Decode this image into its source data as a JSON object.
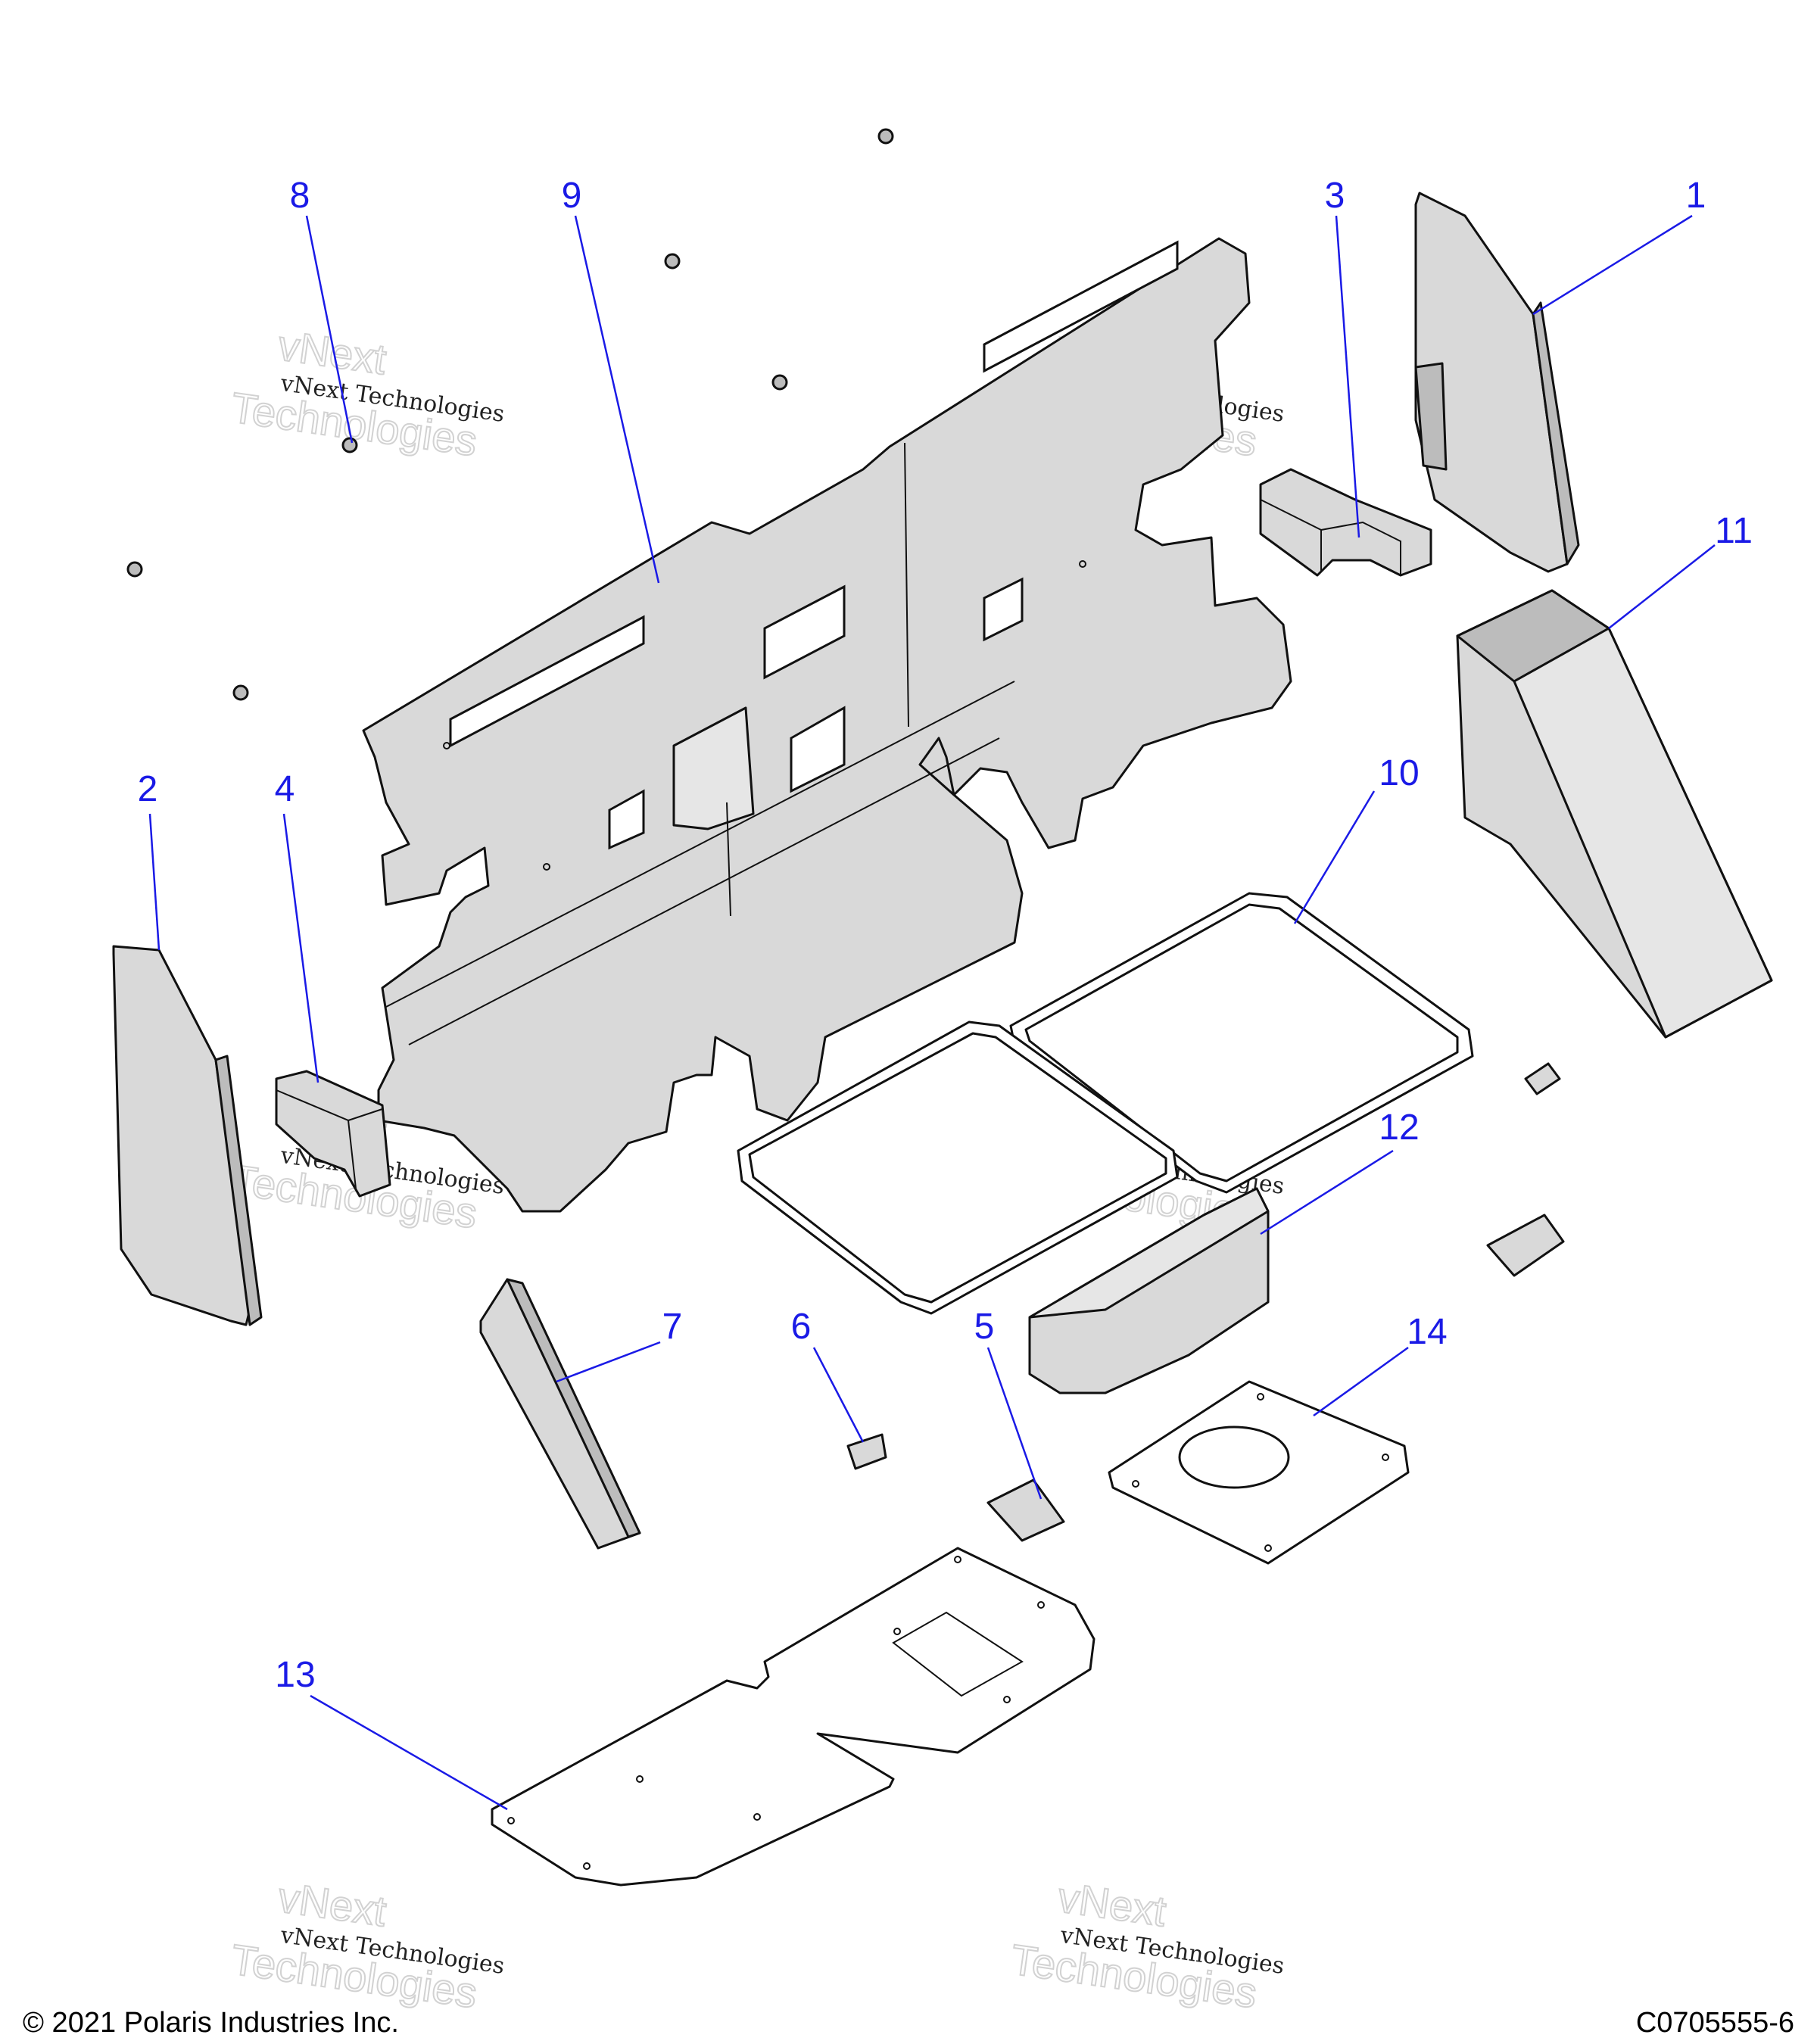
{
  "callouts": [
    {
      "label": "1"
    },
    {
      "label": "2"
    },
    {
      "label": "3"
    },
    {
      "label": "4"
    },
    {
      "label": "5"
    },
    {
      "label": "6"
    },
    {
      "label": "7"
    },
    {
      "label": "8"
    },
    {
      "label": "9"
    },
    {
      "label": "10"
    },
    {
      "label": "11"
    },
    {
      "label": "12"
    },
    {
      "label": "13"
    },
    {
      "label": "14"
    }
  ],
  "watermark": {
    "line1": "vNext Technologies",
    "line2": "Technologies",
    "line3": "vNext"
  },
  "footer": {
    "copyright": "© 2021 Polaris Industries Inc.",
    "drawing_number": "C0705555-6"
  },
  "colors": {
    "callout": "#1a1ae6",
    "part_fill": "#d9d9d9",
    "outline": "#111111"
  }
}
